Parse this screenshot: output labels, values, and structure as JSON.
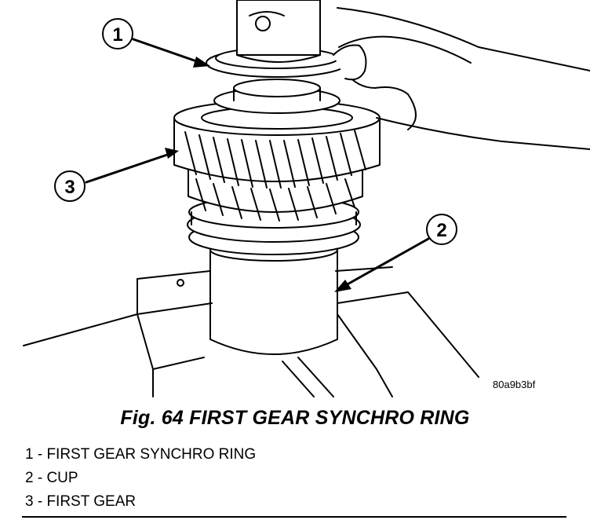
{
  "figure": {
    "callouts": [
      {
        "number": "1"
      },
      {
        "number": "2"
      },
      {
        "number": "3"
      }
    ],
    "image_code": "80a9b3bf"
  },
  "caption": "Fig. 64 FIRST GEAR SYNCHRO RING",
  "legend": [
    {
      "text": "1 - FIRST GEAR SYNCHRO RING"
    },
    {
      "text": "2 - CUP"
    },
    {
      "text": "3 - FIRST GEAR"
    }
  ]
}
